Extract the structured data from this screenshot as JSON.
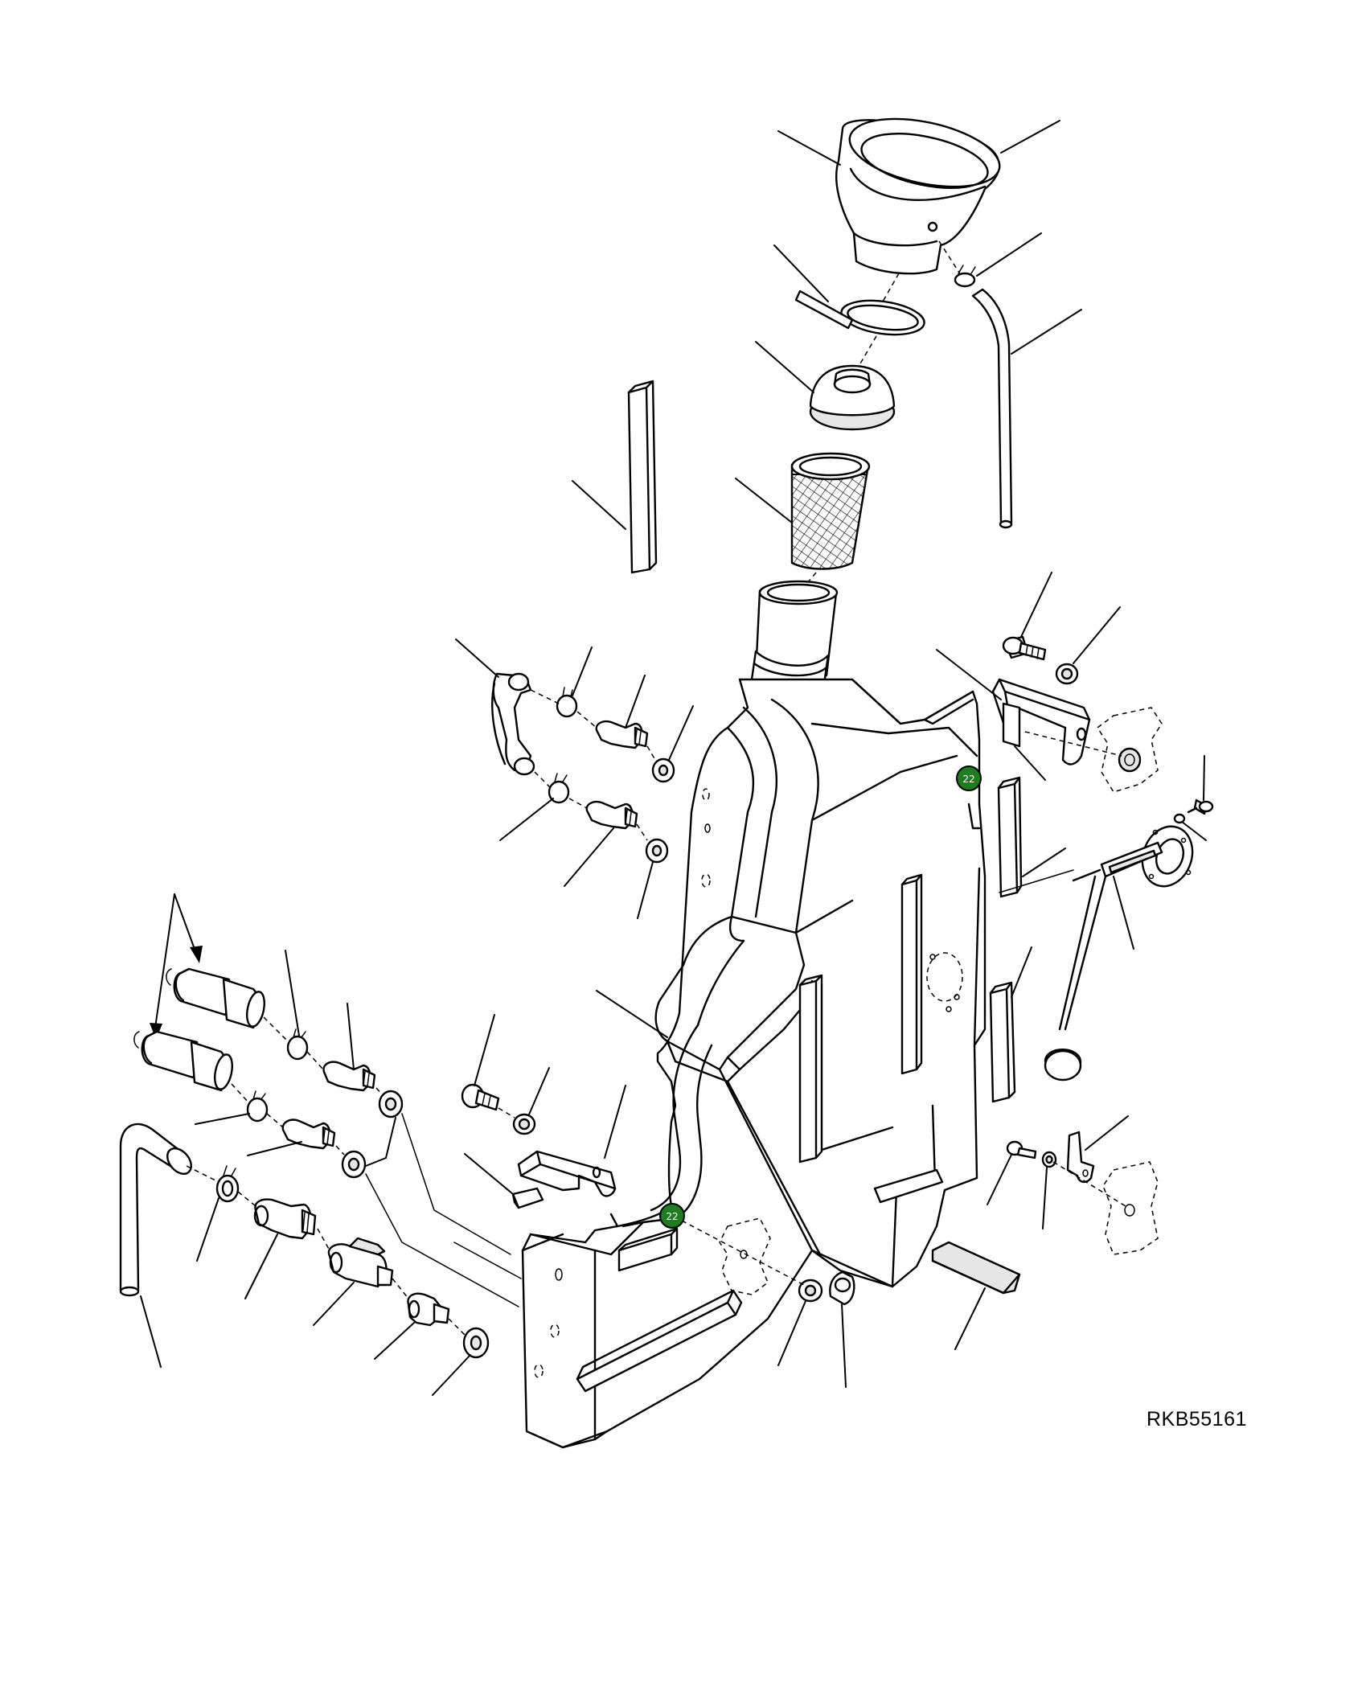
{
  "drawing": {
    "code": "RKB55161"
  },
  "markers": [
    {
      "label": "22",
      "color": "#1e7d1e"
    },
    {
      "label": "22",
      "color": "#1e7d1e"
    }
  ],
  "colors": {
    "line": "#000000",
    "background": "#ffffff",
    "marker_fill": "#1e7d1e",
    "marker_text": "#ffffff"
  }
}
